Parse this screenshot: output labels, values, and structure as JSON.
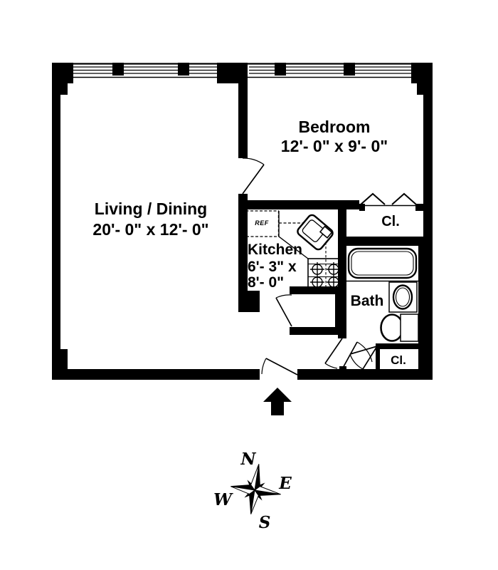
{
  "plan": {
    "rooms": {
      "living_dining": {
        "name": "Living / Dining",
        "dimensions": "20'- 0\" x 12'- 0\""
      },
      "bedroom": {
        "name": "Bedroom",
        "dimensions": "12'- 0\" x 9'- 0\""
      },
      "kitchen": {
        "name": "Kitchen",
        "dimensions_line1": "6'- 3\" x",
        "dimensions_line2": "8'- 0\""
      },
      "bath": {
        "name": "Bath"
      },
      "closet_bedroom": {
        "name": "Cl."
      },
      "closet_hall": {
        "name": "Cl."
      }
    },
    "fixtures": {
      "refrigerator_label": "REF"
    },
    "colors": {
      "wall": "#000000",
      "background": "#ffffff"
    }
  },
  "compass": {
    "north": "N",
    "east": "E",
    "south": "S",
    "west": "W"
  }
}
